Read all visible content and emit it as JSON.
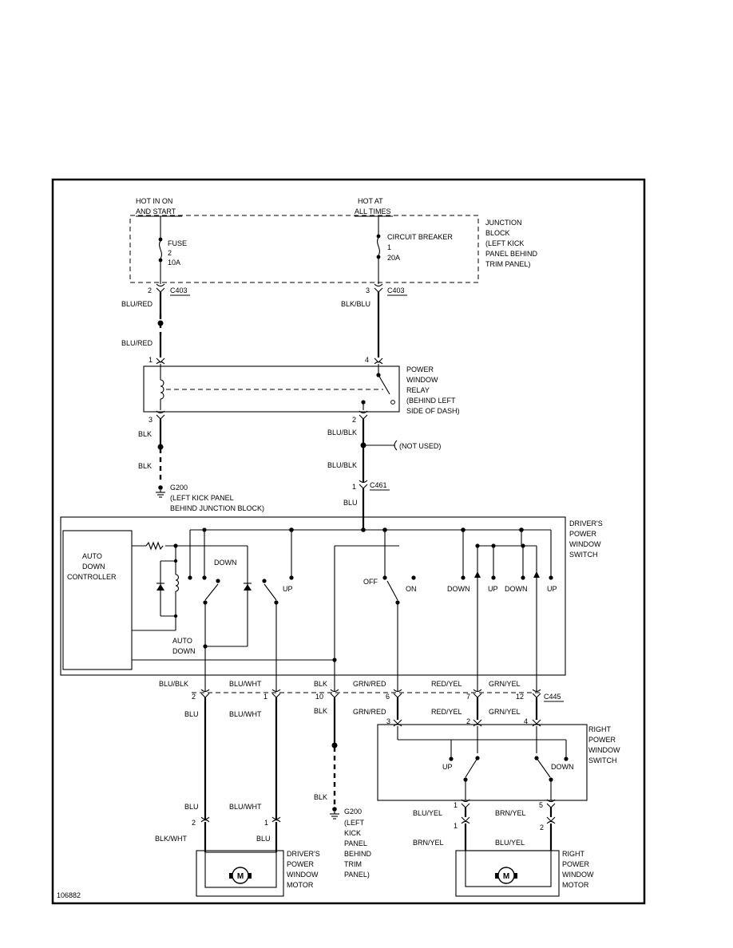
{
  "diagram_id": "106882",
  "power": {
    "left_feed": [
      "HOT IN ON",
      "AND START"
    ],
    "right_feed": [
      "HOT AT",
      "ALL TIMES"
    ]
  },
  "junction_block": {
    "label": [
      "JUNCTION",
      "BLOCK",
      "(LEFT KICK",
      "PANEL BEHIND",
      "TRIM PANEL)"
    ],
    "fuse": [
      "FUSE",
      "2",
      "10A"
    ],
    "breaker": [
      "CIRCUIT BREAKER",
      "1",
      "20A"
    ],
    "connector": "C403",
    "pin_left": "2",
    "pin_right": "3"
  },
  "wires": {
    "blu_red": "BLU/RED",
    "blk_blu": "BLK/BLU",
    "blk": "BLK",
    "blu_blk": "BLU/BLK",
    "blu": "BLU",
    "blu_wht": "BLU/WHT",
    "grn_red": "GRN/RED",
    "red_yel": "RED/YEL",
    "grn_yel": "GRN/YEL",
    "blu_yel": "BLU/YEL",
    "brn_yel": "BRN/YEL",
    "blk_wht": "BLK/WHT"
  },
  "relay": {
    "label": [
      "POWER",
      "WINDOW",
      "RELAY",
      "(BEHIND LEFT",
      "SIDE OF DASH)"
    ],
    "pins": [
      "1",
      "4",
      "3",
      "2"
    ]
  },
  "not_used": "(NOT USED)",
  "ground_left": {
    "id": "G200",
    "label": [
      "(LEFT KICK PANEL",
      "BEHIND JUNCTION BLOCK)"
    ]
  },
  "c461": {
    "name": "C461",
    "pin": "1"
  },
  "drivers_switch": {
    "label": [
      "DRIVER'S",
      "POWER",
      "WINDOW",
      "SWITCH"
    ],
    "controller": [
      "AUTO",
      "DOWN",
      "CONTROLLER"
    ],
    "down": "DOWN",
    "up": "UP",
    "off": "OFF",
    "on": "ON",
    "auto_down": [
      "AUTO",
      "DOWN"
    ]
  },
  "c445": {
    "name": "C445",
    "pins": [
      "2",
      "1",
      "10",
      "6",
      "7",
      "12"
    ]
  },
  "ground_center": {
    "id": "G200",
    "label": [
      "(LEFT",
      "KICK",
      "PANEL",
      "BEHIND",
      "TRIM",
      "PANEL)"
    ]
  },
  "right_switch": {
    "label": [
      "RIGHT",
      "POWER",
      "WINDOW",
      "SWITCH"
    ],
    "pins_top": [
      "3",
      "2",
      "4"
    ],
    "pins_bottom": [
      "1",
      "5"
    ],
    "up": "UP",
    "down": "DOWN"
  },
  "driver_motor": {
    "label": [
      "DRIVER'S",
      "POWER",
      "WINDOW",
      "MOTOR"
    ],
    "pins": [
      "2",
      "1"
    ],
    "symbol": "M"
  },
  "right_motor": {
    "label": [
      "RIGHT",
      "POWER",
      "WINDOW",
      "MOTOR"
    ],
    "pins": [
      "1",
      "2"
    ],
    "symbol": "M"
  }
}
